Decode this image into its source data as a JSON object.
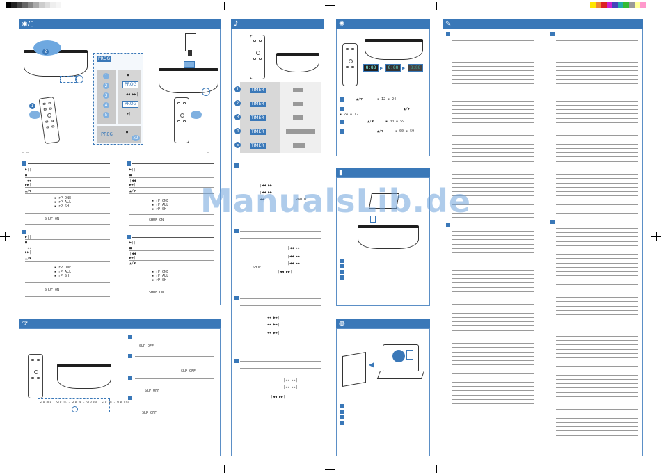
{
  "watermark": "ManualsLib.de",
  "prog": {
    "label": "PROG",
    "repeat_label": "x2"
  },
  "sleep": {
    "sequence": "SLP OFF · SLP 15 · SLP 30 · SLP 60 · SLP 90 · SLP 120",
    "off": "SLP OFF"
  },
  "colors": {
    "accent": "#3a78b8",
    "panel_border": "#5b8fc6"
  },
  "icons": {
    "disc_usb": "disc-usb-icon",
    "alarm": "bell-icon",
    "brightness": "sun-icon",
    "sleep": "sleep-zz-icon",
    "battery": "battery-icon",
    "globe": "globe-icon",
    "notes": "pencil-icon"
  }
}
